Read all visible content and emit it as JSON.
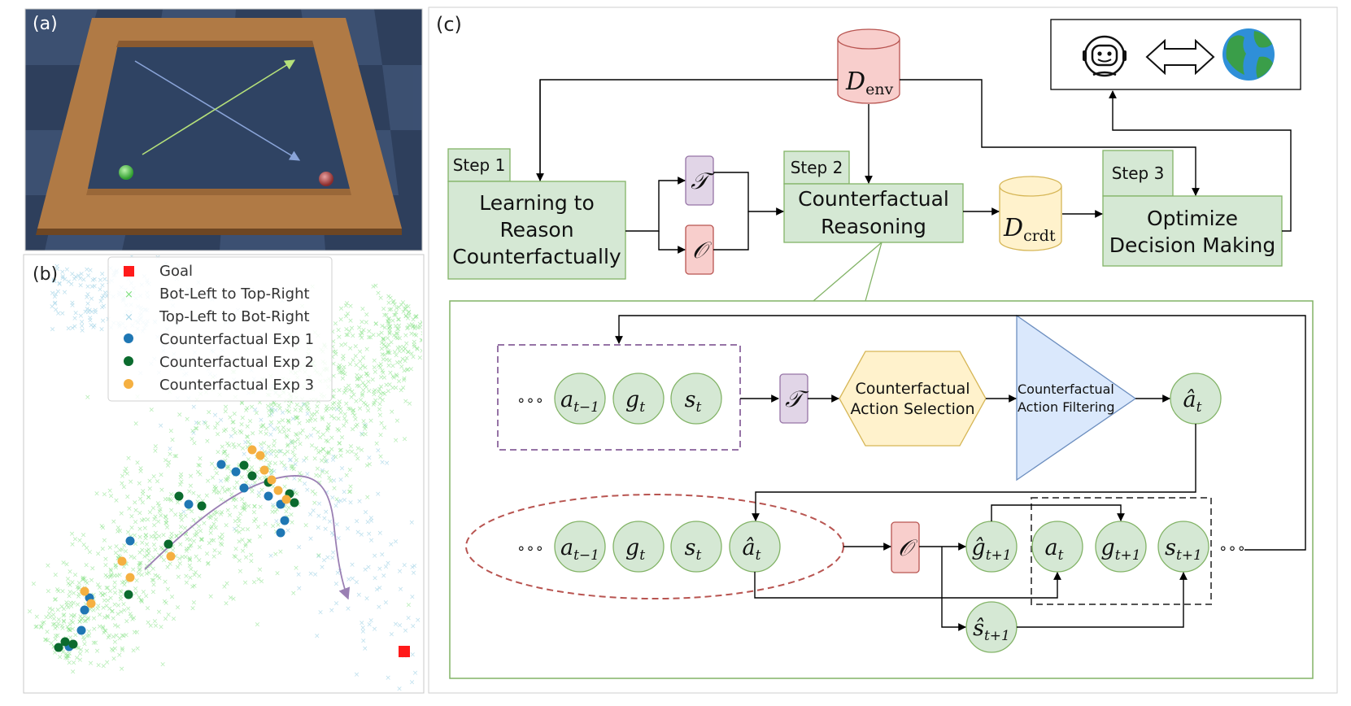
{
  "panel_a": {
    "label": "(a)"
  },
  "panel_b": {
    "label": "(b)",
    "legend": {
      "goal": "Goal",
      "bl_tr": "Bot-Left to Top-Right",
      "tl_br": "Top-Left to Bot-Right",
      "exp1": "Counterfactual Exp 1",
      "exp2": "Counterfactual Exp 2",
      "exp3": "Counterfactual Exp 3"
    },
    "colors": {
      "goal": "#ff1a1a",
      "bl_tr": "#7fe07f",
      "tl_br": "#a9d6e8",
      "exp1": "#1f77b4",
      "exp2": "#0b6b2e",
      "exp3": "#f5b041",
      "path": "#9a7fb3"
    }
  },
  "panel_c": {
    "label": "(c)",
    "d_env": {
      "main": "D",
      "sub": "env"
    },
    "d_crdt": {
      "main": "D",
      "sub": "crdt"
    },
    "step1": {
      "tag": "Step 1",
      "line1": "Learning to",
      "line2": "Reason",
      "line3": "Counterfactually"
    },
    "step2": {
      "tag": "Step 2",
      "line1": "Counterfactual",
      "line2": "Reasoning"
    },
    "step3": {
      "tag": "Step 3",
      "line1": "Optimize",
      "line2": "Decision Making"
    },
    "T": "𝒯",
    "O": "𝒪",
    "ellipsis": "∘∘∘",
    "action_selection": {
      "line1": "Counterfactual",
      "line2": "Action Selection"
    },
    "action_filtering": {
      "line1": "Counterfactual",
      "line2": "Action Filtering"
    },
    "nodes": {
      "a_prev": {
        "base": "a",
        "sub": "t−1"
      },
      "g_t": {
        "base": "g",
        "sub": "t"
      },
      "s_t": {
        "base": "s",
        "sub": "t"
      },
      "a_hat": {
        "base": "â",
        "sub": "t"
      },
      "g_hat_next": {
        "base": "ĝ",
        "sub": "t+1"
      },
      "s_hat_next": {
        "base": "ŝ",
        "sub": "t+1"
      },
      "a_t": {
        "base": "a",
        "sub": "t"
      },
      "g_next": {
        "base": "g",
        "sub": "t+1"
      },
      "s_next": {
        "base": "s",
        "sub": "t+1"
      }
    },
    "colors": {
      "step_fill": "#d5e8d4",
      "step_stroke": "#82b366",
      "db_red": "#f8cecc",
      "db_red_stroke": "#b85450",
      "db_yellow": "#fff2cc",
      "db_yellow_stroke": "#d6b656",
      "T_fill": "#e1d5e7",
      "T_stroke": "#9673a6",
      "hex_fill": "#fff2cc",
      "hex_stroke": "#d6b656",
      "tri_fill": "#dae8fc",
      "tri_stroke": "#6c8ebf"
    }
  }
}
